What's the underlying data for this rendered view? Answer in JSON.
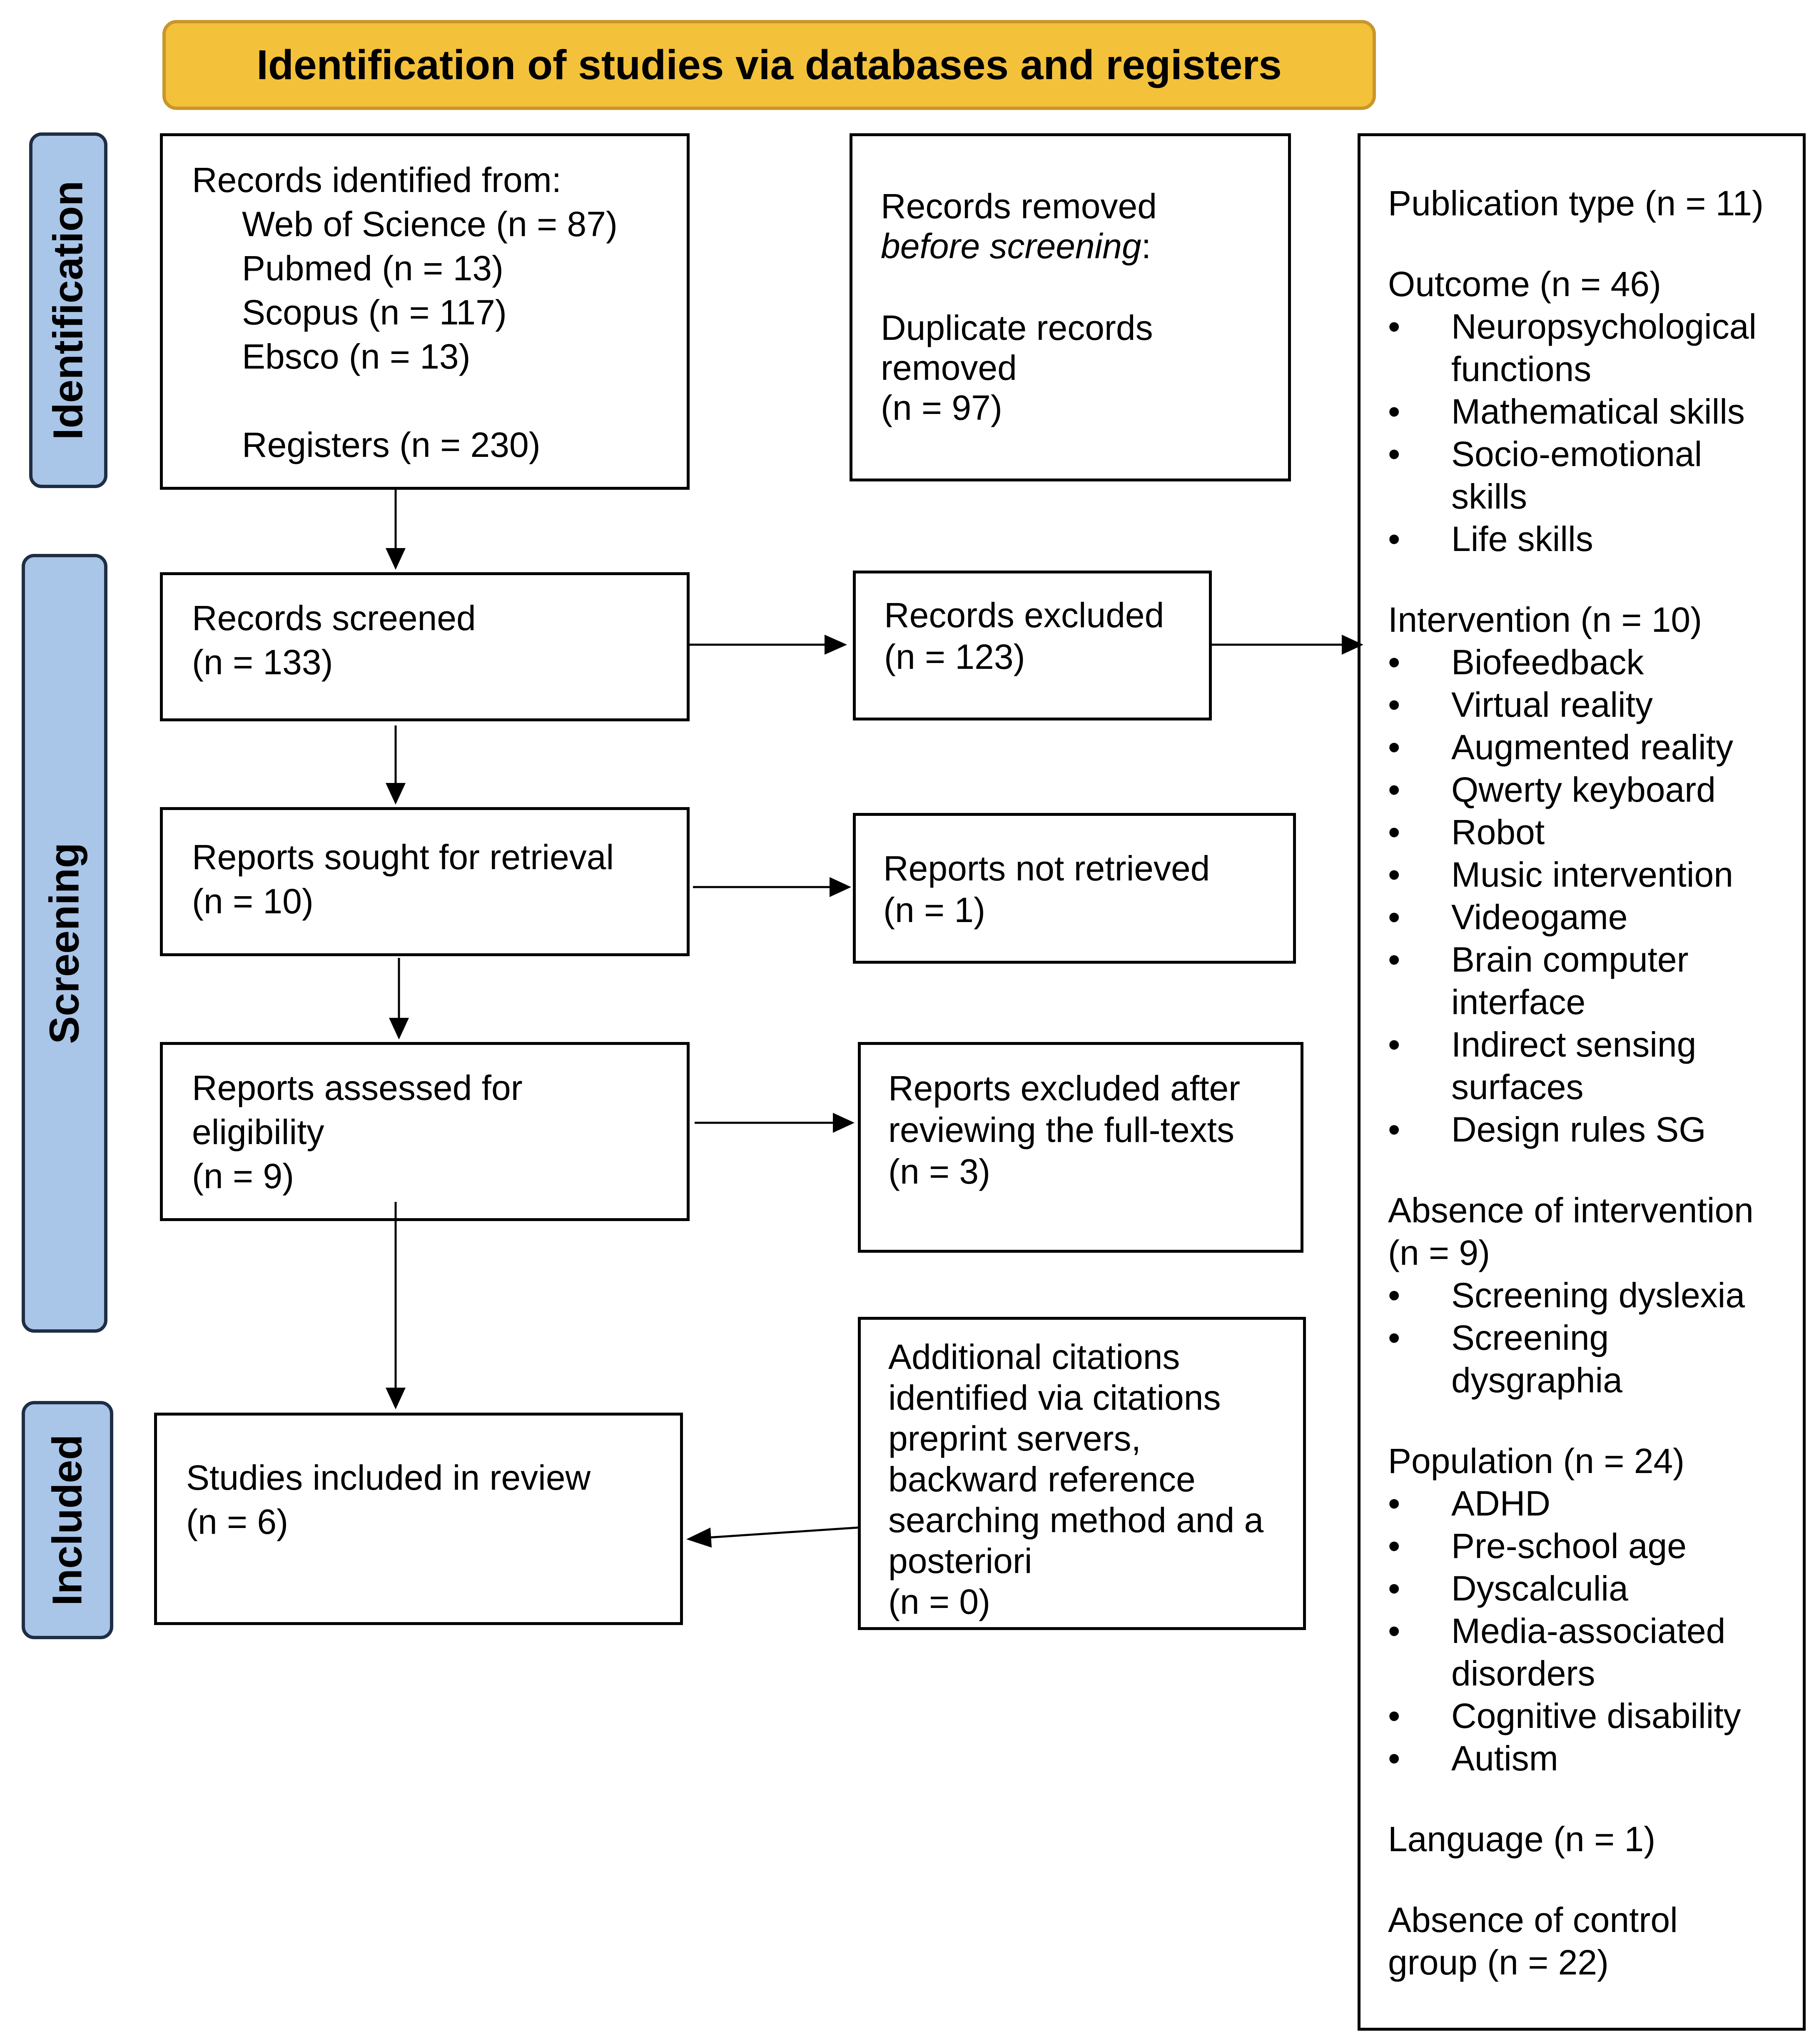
{
  "header": {
    "title": "Identification of studies via databases and registers"
  },
  "phases": {
    "identification": "Identification",
    "screening": "Screening",
    "included": "Included"
  },
  "identified": {
    "heading": "Records identified from:",
    "sources": [
      "Web of Science (n = 87)",
      "Pubmed (n = 13)",
      "Scopus (n = 117)",
      "Ebsco (n = 13)"
    ],
    "registers": "Registers (n = 230)"
  },
  "removed": {
    "line1": "Records removed",
    "line2_italic": "before screening",
    "line2_colon": ":",
    "line3": "Duplicate records",
    "line4": "removed",
    "line5": "(n = 97)"
  },
  "screened": {
    "label": "Records screened",
    "n": "(n = 133)"
  },
  "excluded": {
    "label": "Records excluded",
    "n": "(n = 123)"
  },
  "sought": {
    "label": "Reports sought for retrieval",
    "n": "(n = 10)"
  },
  "not_retrieved": {
    "label": "Reports not retrieved",
    "n": "(n = 1)"
  },
  "assessed": {
    "line1": "Reports assessed for",
    "line2": "eligibility",
    "n": "(n = 9)"
  },
  "excluded_full": {
    "line1": "Reports excluded after",
    "line2": "reviewing the full-texts",
    "n": "(n = 3)"
  },
  "included": {
    "label": "Studies included in review",
    "n": "(n = 6)"
  },
  "additional": {
    "lines": [
      "Additional citations",
      "identified via citations",
      "preprint servers,",
      "backward reference",
      "searching method and a",
      "posteriori"
    ],
    "n": "(n = 0)"
  },
  "reasons": {
    "publication_type": "Publication type (n = 11)",
    "outcome": {
      "heading": "Outcome (n = 46)",
      "items": [
        [
          "Neuropsychological",
          "functions"
        ],
        [
          "Mathematical skills"
        ],
        [
          "Socio-emotional",
          "skills"
        ],
        [
          "Life skills"
        ]
      ]
    },
    "intervention": {
      "heading": "Intervention (n = 10)",
      "items": [
        [
          "Biofeedback"
        ],
        [
          "Virtual reality"
        ],
        [
          "Augmented reality"
        ],
        [
          "Qwerty keyboard"
        ],
        [
          "Robot"
        ],
        [
          "Music intervention"
        ],
        [
          "Videogame"
        ],
        [
          "Brain computer",
          "interface"
        ],
        [
          "Indirect sensing",
          "surfaces"
        ],
        [
          "Design rules SG"
        ]
      ]
    },
    "absence_intervention": {
      "heading_line1": "Absence of intervention",
      "heading_line2": "(n = 9)",
      "items": [
        [
          "Screening dyslexia"
        ],
        [
          "Screening",
          "dysgraphia"
        ]
      ]
    },
    "population": {
      "heading": "Population (n = 24)",
      "items": [
        [
          "ADHD"
        ],
        [
          "Pre-school age"
        ],
        [
          "Dyscalculia"
        ],
        [
          "Media-associated",
          "disorders"
        ],
        [
          "Cognitive disability"
        ],
        [
          "Autism"
        ]
      ]
    },
    "language": "Language (n = 1)",
    "absence_control": {
      "line1": "Absence of control",
      "line2": "group (n = 22)"
    }
  }
}
